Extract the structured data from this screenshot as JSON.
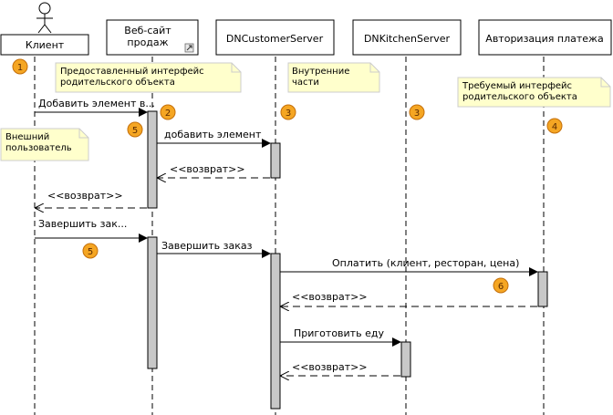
{
  "lifelines": [
    {
      "label": "Клиент"
    },
    {
      "label": "Веб-сайт\nпродаж"
    },
    {
      "label": "DNCustomerServer"
    },
    {
      "label": "DNKitchenServer"
    },
    {
      "label": "Авторизация платежа"
    }
  ],
  "notes": [
    {
      "text": "Предоставленный интерфейс\nродительского объекта"
    },
    {
      "text": "Внутренние\nчасти"
    },
    {
      "text": "Требуемый интерфейс\nродительского объекта"
    },
    {
      "text": "Внешний\nпользователь"
    }
  ],
  "messages": [
    {
      "label": "Добавить элемент в...",
      "kind": "call"
    },
    {
      "label": "добавить элемент",
      "kind": "call"
    },
    {
      "label": "<<возврат>>",
      "kind": "return"
    },
    {
      "label": "<<возврат>>",
      "kind": "return"
    },
    {
      "label": "Завершить зак...",
      "kind": "call"
    },
    {
      "label": "Завершить заказ",
      "kind": "call"
    },
    {
      "label": "Оплатить (клиент, ресторан, цена)",
      "kind": "call"
    },
    {
      "label": "<<возврат>>",
      "kind": "return"
    },
    {
      "label": "Приготовить еду",
      "kind": "call"
    },
    {
      "label": "<<возврат>>",
      "kind": "return"
    }
  ],
  "badges": [
    {
      "number": "1"
    },
    {
      "number": "2"
    },
    {
      "number": "3"
    },
    {
      "number": "3"
    },
    {
      "number": "4"
    },
    {
      "number": "5"
    },
    {
      "number": "5"
    },
    {
      "number": "6"
    }
  ],
  "colors": {
    "note_fill": "#ffffcc",
    "note_border": "#cccccc",
    "badge_fill": "#f5a623",
    "badge_border": "#c46f0a",
    "activation_fill": "#c8c8c8",
    "lifeline_box": "#ffffff"
  }
}
